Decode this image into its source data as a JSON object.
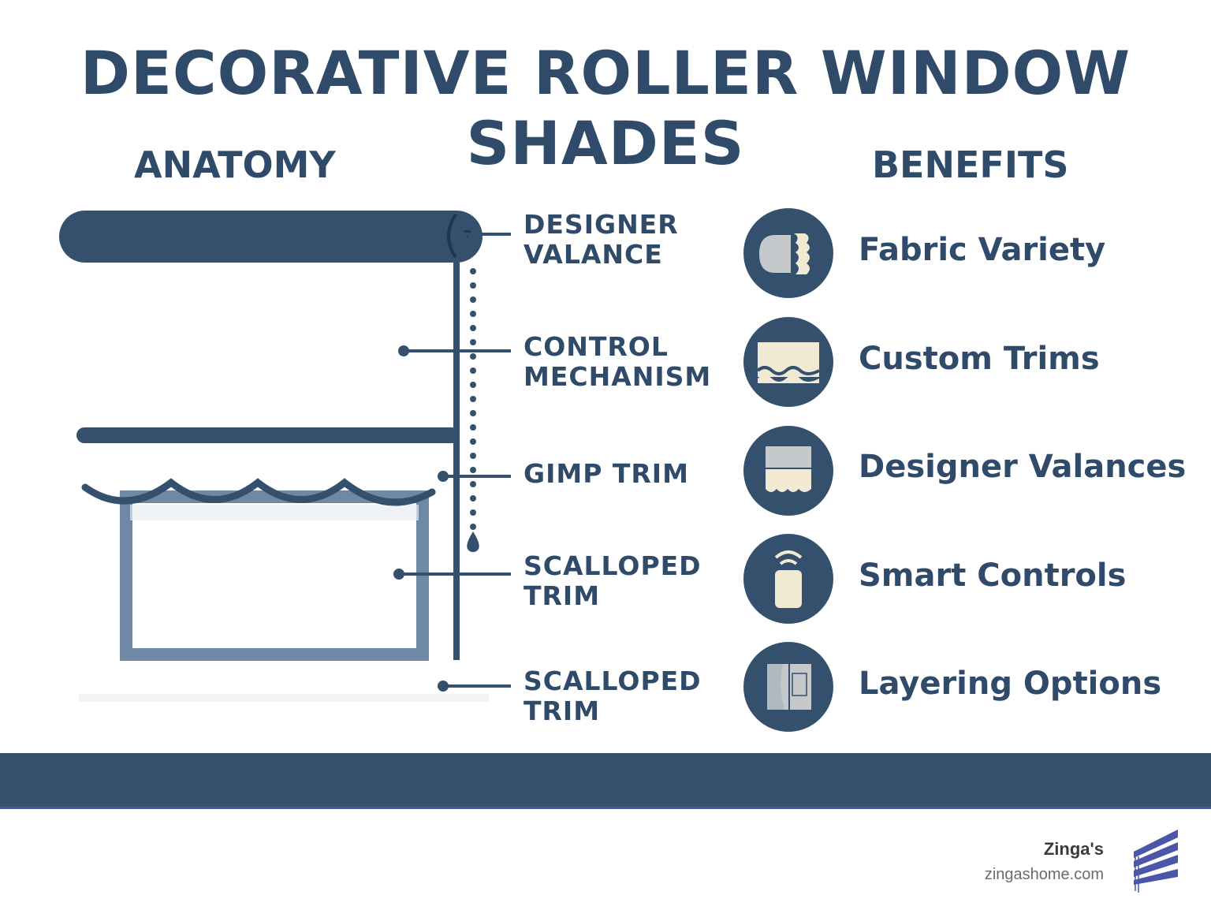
{
  "title": "DECORATIVE ROLLER WINDOW SHADES",
  "anatomy": {
    "heading": "ANATOMY",
    "labels": [
      {
        "lines": [
          "DESIGNER",
          "VALANCE"
        ]
      },
      {
        "lines": [
          "CONTROL",
          "MECHANISM"
        ]
      },
      {
        "lines": [
          "GIMP TRIM"
        ]
      },
      {
        "lines": [
          "SCALLOPED",
          "TRIM"
        ]
      },
      {
        "lines": [
          "SCALLOPED",
          "TRIM"
        ]
      }
    ]
  },
  "benefits": {
    "heading": "BENEFITS",
    "items": [
      {
        "label": "Fabric Variety",
        "icon": "fabric-swatch-icon"
      },
      {
        "label": "Custom Trims",
        "icon": "trim-icon"
      },
      {
        "label": "Designer Valances",
        "icon": "valance-icon"
      },
      {
        "label": "Smart Controls",
        "icon": "smart-remote-icon"
      },
      {
        "label": "Layering Options",
        "icon": "layered-curtain-icon"
      }
    ]
  },
  "footer": {
    "brand": "Zinga's",
    "url": "zingashome.com",
    "logo": "blinds-logo-icon"
  },
  "colors": {
    "navy": "#2f4b69",
    "steel": "#6f88a6",
    "cream": "#f1ead3",
    "gray": "#c6c9cc",
    "band": "#35506d"
  }
}
